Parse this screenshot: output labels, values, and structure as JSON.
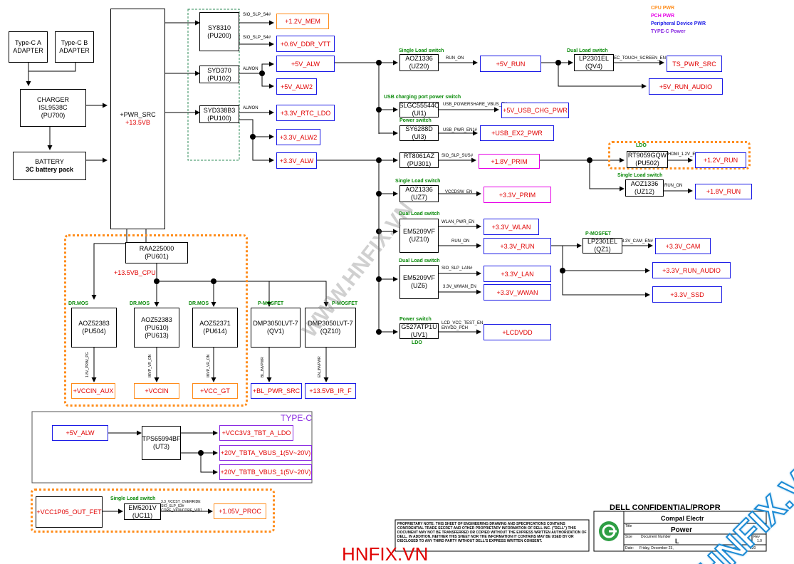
{
  "legend": {
    "cpu_pwr": {
      "label": "CPU PWR",
      "color": "#ff8c1a"
    },
    "pch_pwr": {
      "label": "PCH PWR",
      "color": "#e600e6"
    },
    "peripheral": {
      "label": "Peripheral Device PWR",
      "color": "#1a1ae6"
    },
    "typec": {
      "label": "TYPE-C Power",
      "color": "#8a2be2"
    }
  },
  "left": {
    "adapter_a": "Type-C A\nADAPTER",
    "adapter_b": "Type-C B\nADAPTER",
    "charger": "CHARGER\nISL9538C\n(PU700)",
    "battery_title": "BATTERY",
    "battery_sub": "3C battery pack",
    "pwr_src": "+PWR_SRC",
    "pwr_src_v": "+13.5VB"
  },
  "regs": {
    "sy8310": "SY8310\n(PU200)",
    "syd370": "SYD370\n(PU102)",
    "syd338b3": "SYD338B3\n(PU100)",
    "sio_slp_s4_1": "SIO_SLP_S4#",
    "sio_slp_s4_2": "SIO_SLP_S4#",
    "alwon_1": "ALWON",
    "alwon_2": "ALWON"
  },
  "rails_top": {
    "v12_mem": "+1.2V_MEM",
    "v06_ddr": "+0.6V_DDR_VTT",
    "v5_alw": "+5V_ALW",
    "v5_alw2": "+5V_ALW2",
    "v33_rtc": "+3.3V_RTC_LDO",
    "v33_alw2": "+3.3V_ALW2",
    "v33_alw": "+3.3V_ALW"
  },
  "right": {
    "sls1": "Single Load switch",
    "aoz_uz20": "AOZ1336\n(UZ20)",
    "run_on": "RUN_ON",
    "v5_run": "+5V_RUN",
    "dls1": "Dual Load switch",
    "lp_qv4": "LP2301EL\n(QV4)",
    "ec_touch": "EC_TOUCH_SCREEN_EN",
    "ts_pwr": "TS_PWR_SRC",
    "v5_run_audio": "+5V_RUN_AUDIO",
    "usb_chg_title": "USB charging port power switch",
    "slgc": "SLGC55544C\n(UI1)",
    "usb_pwrshare": "USB_POWERSHARE_VBUS_EN",
    "v5_usb_chg": "+5V_USB_CHG_PWR",
    "pwr_sw1": "Power switch",
    "sy6288": "SY6288D\n(UI3)",
    "usb_pwr_en": "USB_PWR_EN1#",
    "usb_ex2": "+USB_EX2_PWR",
    "rt8061": "RT8061AZ\n(PU301)",
    "sio_slp_sus": "SIO_SLP_SUS#",
    "v18_prim": "+1.8V_PRIM",
    "ldo_title": "LDO",
    "rt9059": "RT9059GQW\n(PU502)",
    "hdmi_en": "HDMI_1.2V_EN",
    "v12_run": "+1.2V_RUN",
    "sls2": "Single Load switch",
    "aoz_uz12": "AOZ1336\n(UZ12)",
    "run_on2": "RUN_ON",
    "v18_run": "+1.8V_RUN",
    "sls3": "Single Load switch",
    "aoz_uz7": "AOZ1336\n(UZ7)",
    "vccdsw_en": "VCCDSW_EN",
    "v33_prim": "+3.3V_PRIM",
    "dls2": "Dual Load switch",
    "em_uz10": "EM5209VF\n(UZ10)",
    "wlan_pwr_en": "WLAN_PWR_EN",
    "run_on3": "RUN_ON",
    "v33_wlan": "+3.3V_WLAN",
    "v33_run": "+3.3V_RUN",
    "pmosfet": "P-MOSFET",
    "lp_qz1": "LP2301EL\n(QZ1)",
    "cam_en": "3.3V_CAM_EN#",
    "v33_cam": "+3.3V_CAM",
    "v33_run_audio": "+3.3V_RUN_AUDIO",
    "v33_ssd": "+3.3V_SSD",
    "dls3": "Dual Load switch",
    "em_uz6": "EM5209VF\n(UZ6)",
    "sio_slp_lan": "SIO_SLP_LAN#",
    "wwan_en": "3.3V_WWAN_EN",
    "v33_lan": "+3.3V_LAN",
    "v33_wwan": "+3.3V_WWAN",
    "pwr_sw2": "Power switch",
    "g527": "G527ATP1U\n(UV1)",
    "ldo2": "LDO",
    "lcd_vcc": "LCD_VCC_TEST_EN\nENVDD_PCH",
    "lcdvdd": "+LCDVDD"
  },
  "cpu": {
    "raa": "RAA225000\n(PU601)",
    "v135_cpu": "+13.5VB_CPU",
    "drmos1": "DR.MOS",
    "drmos2": "DR.MOS",
    "drmos3": "DR.MOS",
    "pmos1": "P-MOSFET",
    "pmos2": "P-MOSFET",
    "aoz_pu504": "AOZ52383\n(PU504)",
    "aoz_pu610": "AOZ52383\n(PU610)\n(PU613)",
    "aoz_pu614": "AOZ52371\n(PU614)",
    "dmp_qv1": "DMP3050LVT-7\n(QV1)",
    "dmp_qz10": "DMP3050LVT-7\n(QZ10)",
    "s1": "1.8V_PRIM_PG",
    "s2": "IMVP_VR_ON",
    "s3": "IMVP_VR_ON",
    "s4": "BL_INVPWR",
    "s5": "EN_INVPWR",
    "vccin_aux": "+VCCIN_AUX",
    "vccin": "+VCCIN",
    "vcc_gt": "+VCC_GT",
    "bl_pwr": "+BL_PWR_SRC",
    "ir_f": "+13.5VB_IR_F"
  },
  "typec": {
    "title": "TYPE-C",
    "v5_alw": "+5V_ALW",
    "tps": "TPS65994BF\n(UT3)",
    "vcc3v3": "+VCC3V3_TBT_A_LDO",
    "vbus1": "+20V_TBTA_VBUS_1(5V~20V)",
    "vbus2": "+20V_TBTB_VBUS_1(5V~20V)"
  },
  "bottom": {
    "vcc1p05": "+VCC1P05_OUT_FET",
    "sls": "Single Load switch",
    "em5201": "EM5201V\n(UC11)",
    "sig": "3.3_VCCST_OVERRIDE\nSIO_SLP_S3#\nCORE_VID0/CORE_VID1",
    "v105_proc": "+1.05V_PROC"
  },
  "titleblock": {
    "confidential": "DELL CONFIDENTIAL/PROPR",
    "company": "Compal Electr",
    "title_lbl": "Title",
    "title": "Power",
    "size_lbl": "Size",
    "docnum_lbl": "Document Number",
    "docnum": "L",
    "rev_lbl": "Rev",
    "rev": "1.0",
    "date_lbl": "Date:",
    "date": "Friday, December 23,",
    "sheet": "4",
    "of": "of",
    "total": "120",
    "note": "PROPRIETARY NOTE: THIS SHEET OF ENGINEERING DRAWING AND SPECIFICATIONS CONTAINS CONFIDENTIAL TRADE SECRET AND OTHER PROPRIETARY INFORMATION OF DELL INC. (\"DELL\") THIS DOCUMENT MAY NOT BE TRANSFERRED OR COPIED WITHOUT THE EXPRESS WRITTEN AUTHORIZATION OF DELL. IN ADDITION, NEITHER THIS SHEET NOR THE INFORMATION IT CONTAINS MAY BE USED BY OR DISCLOSED TO ANY THIRD PARTY WITHOUT DELL'S EXPRESS WRITTEN CONSENT."
  },
  "watermark": {
    "center": "WWW.HNFIX.VN",
    "corner": "HNFIX.VN",
    "bottom": "HNFIX.VN"
  }
}
